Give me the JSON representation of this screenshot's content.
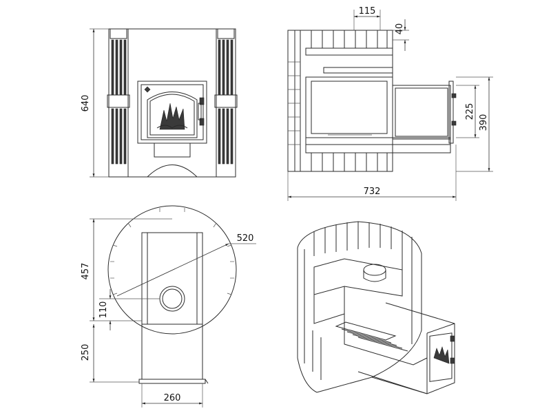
{
  "dimensions": {
    "front_height": "640",
    "side_top_width": "115",
    "side_top_height": "40",
    "side_tunnel_inner": "225",
    "side_tunnel_outer": "390",
    "side_total_depth": "732",
    "plan_radius": "520",
    "plan_depth": "457",
    "plan_offset": "110",
    "plan_tunnel_length": "250",
    "plan_tunnel_width": "260"
  },
  "colors": {
    "line": "#2a2a2a",
    "background": "#ffffff"
  },
  "icons": {
    "flame": "flame-icon",
    "door_handle": "door-handle-icon"
  }
}
